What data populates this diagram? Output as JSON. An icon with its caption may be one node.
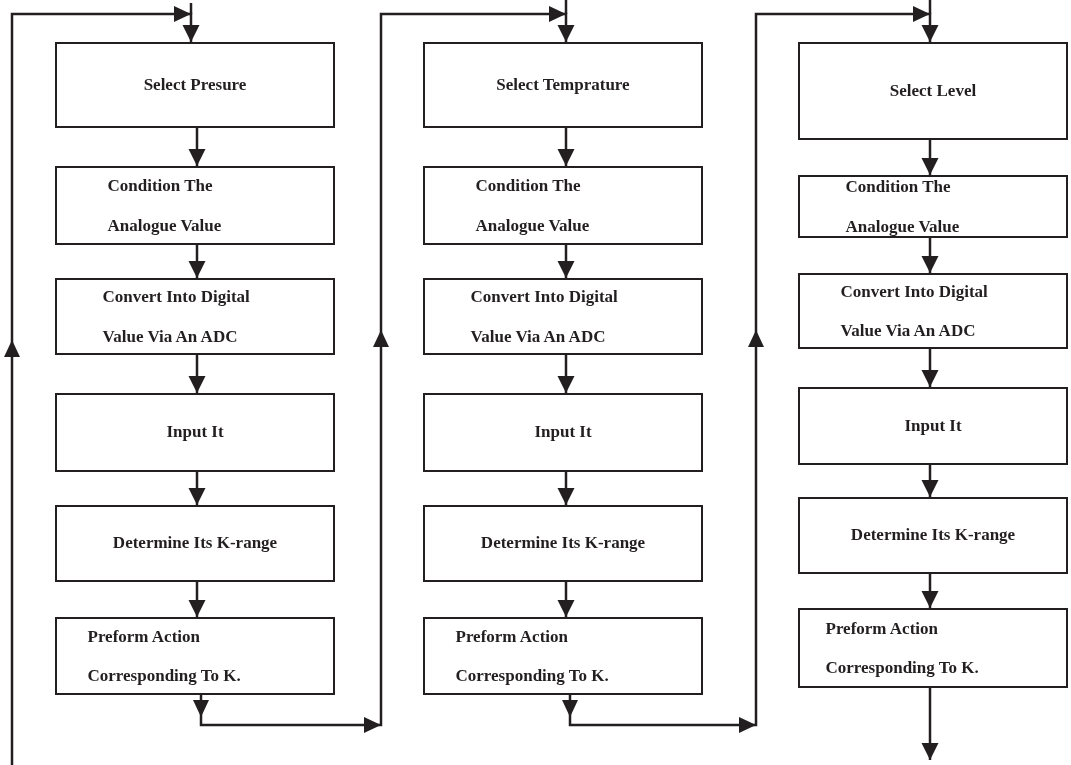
{
  "diagram": {
    "nodes": [
      {
        "text": [
          "Select Presure"
        ]
      },
      {
        "text": [
          "Condition The Analogue Value"
        ]
      },
      {
        "text": [
          "Convert Into Digital Value Via An ADC"
        ]
      },
      {
        "text": [
          "Input It"
        ]
      },
      {
        "text": [
          "Determine Its K-range"
        ]
      },
      {
        "text": [
          "Preform Action Corresponding To K."
        ]
      },
      {
        "text": [
          "Select Temprature"
        ]
      },
      {
        "text": [
          "Condition The Analogue Value"
        ]
      },
      {
        "text": [
          "Convert Into Digital Value Via An ADC"
        ]
      },
      {
        "text": [
          "Input It"
        ]
      },
      {
        "text": [
          "Determine Its K-range"
        ]
      },
      {
        "text": [
          "Preform Action Corresponding To K."
        ]
      },
      {
        "text": [
          "Select Level"
        ]
      },
      {
        "text": [
          "Condition The Analogue Value"
        ]
      },
      {
        "text": [
          "Convert Into Digital Value Via An ADC"
        ]
      },
      {
        "text": [
          "Input It"
        ]
      },
      {
        "text": [
          "Determine Its K-range"
        ]
      },
      {
        "text": [
          "Preform Action Corresponding To K."
        ]
      }
    ],
    "edges": [
      {
        "from": null,
        "to": 0,
        "arrow": "to"
      },
      {
        "from": 0,
        "to": 1,
        "arrow": "to"
      },
      {
        "from": 1,
        "to": 2,
        "arrow": "to"
      },
      {
        "from": 2,
        "to": 3,
        "arrow": "to"
      },
      {
        "from": 3,
        "to": 4,
        "arrow": "to"
      },
      {
        "from": 4,
        "to": 5,
        "arrow": "to"
      },
      {
        "from": 5,
        "to": 6,
        "arrow": "to"
      },
      {
        "from": 6,
        "to": 7,
        "arrow": "to"
      },
      {
        "from": 7,
        "to": 8,
        "arrow": "to"
      },
      {
        "from": 8,
        "to": 9,
        "arrow": "to"
      },
      {
        "from": 9,
        "to": 10,
        "arrow": "to"
      },
      {
        "from": 10,
        "to": 11,
        "arrow": "to"
      },
      {
        "from": 11,
        "to": 12,
        "arrow": "to"
      },
      {
        "from": 12,
        "to": 13,
        "arrow": "to"
      },
      {
        "from": 13,
        "to": 14,
        "arrow": "to"
      },
      {
        "from": 14,
        "to": 15,
        "arrow": "to"
      },
      {
        "from": 15,
        "to": 16,
        "arrow": "to"
      },
      {
        "from": 16,
        "to": 17,
        "arrow": "to"
      },
      {
        "from": 17,
        "to": null,
        "arrow": "to"
      }
    ]
  }
}
